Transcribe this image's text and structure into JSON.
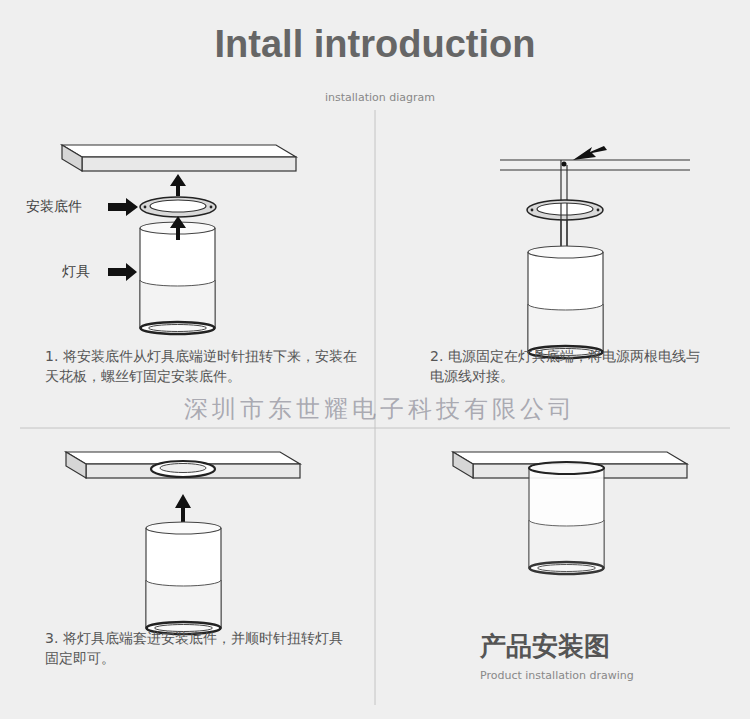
{
  "diagram": {
    "title": "Intall introduction",
    "labels": [
      "installation diagram",
      "安装底件",
      "灯具",
      "1. 将安装底件从灯具底端逆时针扭转下来，安装在天花板，螺丝钉固定安装底件。",
      "2. 电源固定在灯具底端，将电源两根电线与电源线对接。",
      "深圳市东世耀电子科技有限公司",
      "3. 将灯具底端套进安装底件，并顺时针扭转灯具固定即可。",
      "产品安装图",
      "Product installation drawing"
    ]
  }
}
